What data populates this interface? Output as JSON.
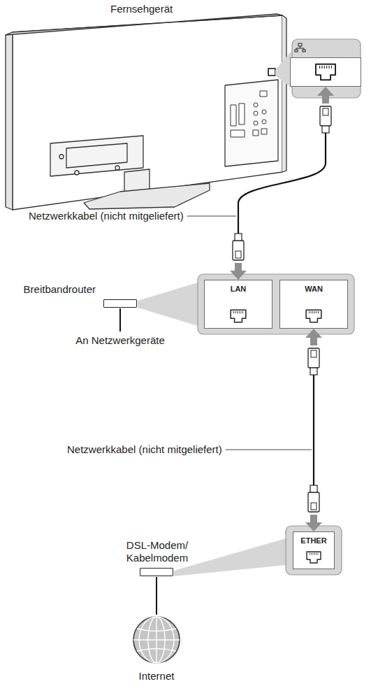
{
  "diagram": {
    "nodes": [
      {
        "text": [
          "Fernsehgerät"
        ]
      },
      {
        "text": [
          "Breitbandrouter"
        ]
      },
      {
        "text": [
          "LAN"
        ]
      },
      {
        "text": [
          "WAN"
        ]
      },
      {
        "text": [
          "DSL-Modem/ Kabelmodem"
        ]
      },
      {
        "text": [
          "ETHER"
        ]
      },
      {
        "text": [
          "Internet"
        ]
      }
    ],
    "edges": [
      {
        "from": 2,
        "to": 0,
        "arrow": "both",
        "label": "Netzwerkkabel (nicht mitgeliefert)"
      },
      {
        "from": 3,
        "to": 5,
        "arrow": "both",
        "label": "Netzwerkkabel (nicht mitgeliefert)"
      },
      {
        "from": 4,
        "to": 6,
        "arrow": "none"
      }
    ],
    "labels": [
      "An Netzwerkgeräte"
    ]
  }
}
